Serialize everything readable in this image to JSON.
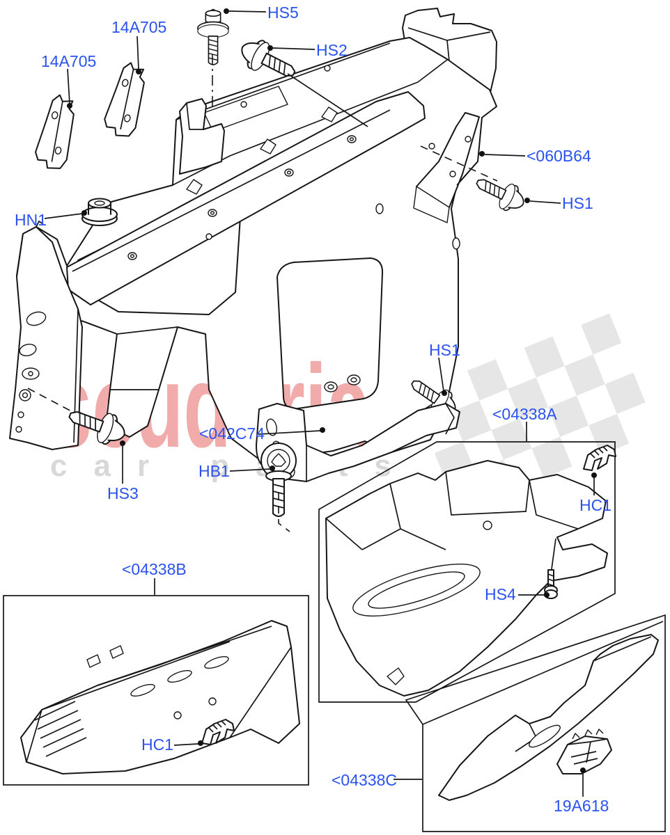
{
  "diagram": {
    "title": "Instrument panel exploded parts diagram",
    "watermark": {
      "brand": "scuderia",
      "subtitle": "car parts"
    },
    "labels": {
      "bracket_left_outer": "14A705",
      "bracket_left_inner": "14A705",
      "screw_hs5": "HS5",
      "screw_hs2": "HS2",
      "panel_rh": "<060B64",
      "screw_hs1_upper": "HS1",
      "nut_hn1": "HN1",
      "screw_hs3": "HS3",
      "bracket_center": "<042C74",
      "bolt_hb1": "HB1",
      "screw_hs1_lower": "HS1",
      "glovebox_upper": "<04338A",
      "clip_hc1_upper": "HC1",
      "screw_hs4": "HS4",
      "glovebox_lower": "<04338B",
      "clip_hc1_lower": "HC1",
      "trim_panel": "<04338C",
      "latch_19a618": "19A618"
    },
    "colors": {
      "label_blue": "#2a52f0",
      "line_black": "#161616",
      "watermark_red": "#f2abab",
      "watermark_gray": "#d8d8d8",
      "flag_gray": "#e6e6e6",
      "background": "#ffffff"
    }
  }
}
